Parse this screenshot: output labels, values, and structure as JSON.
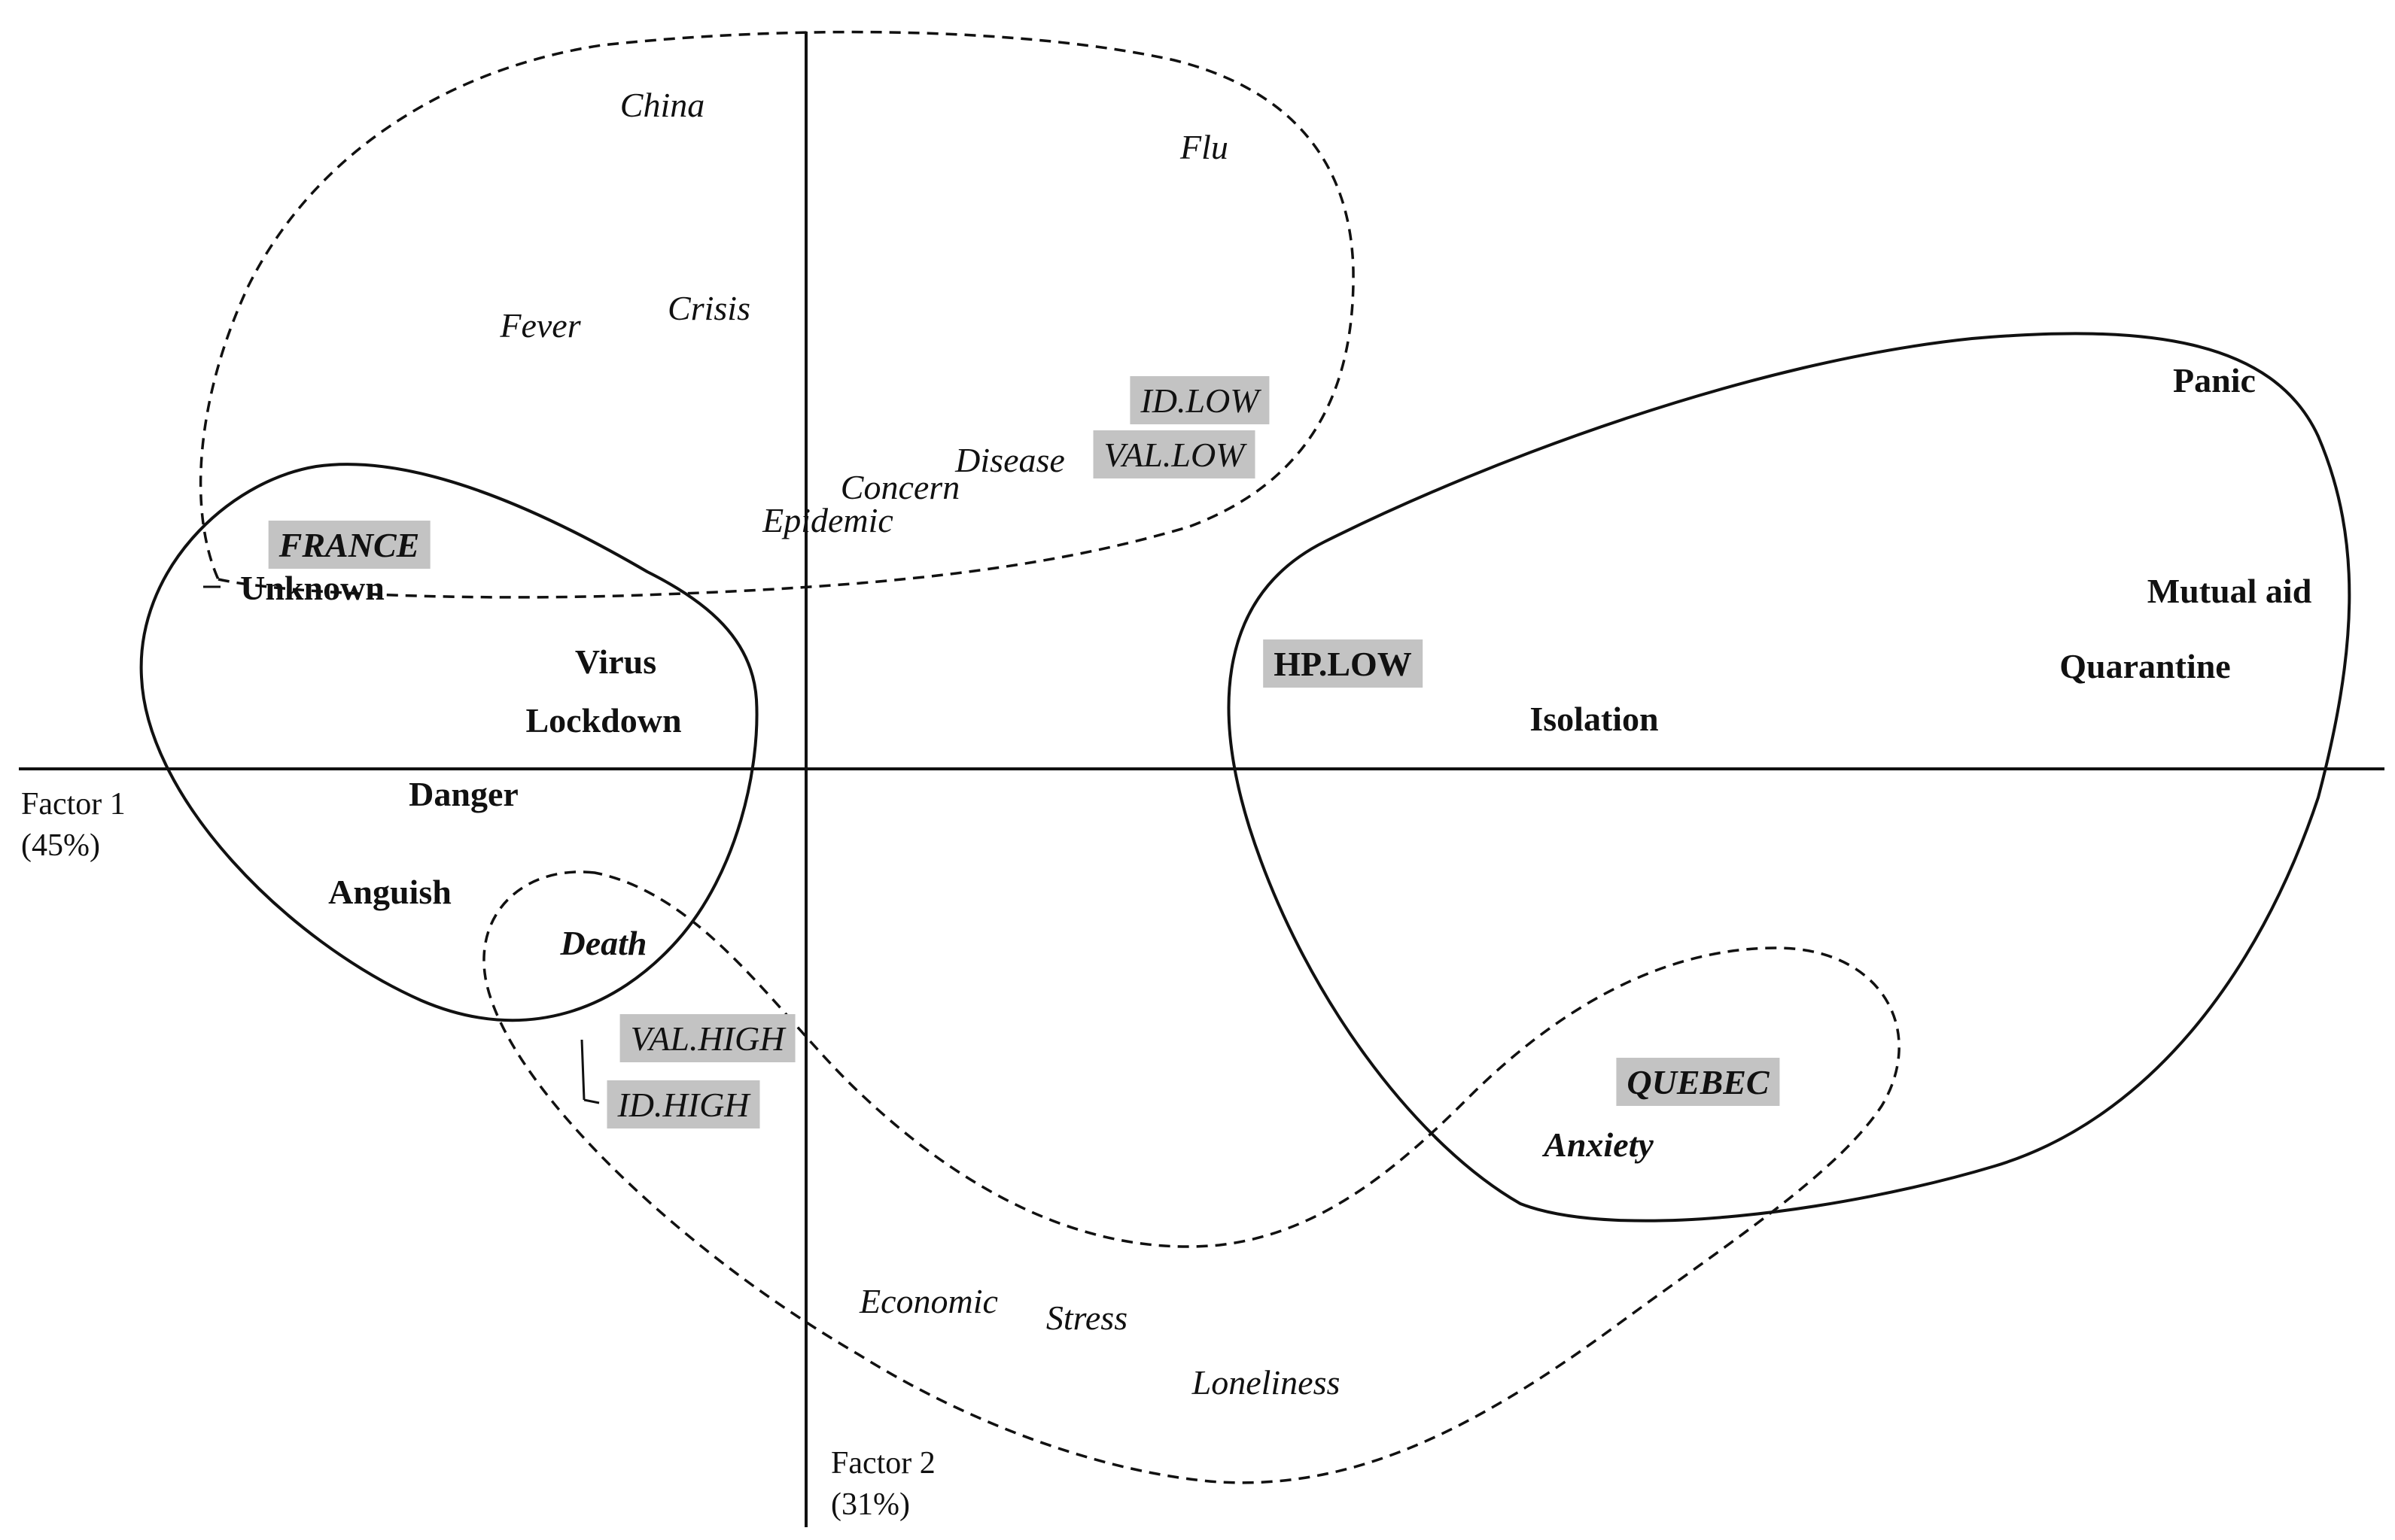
{
  "axes": {
    "factor1": {
      "name": "Factor 1",
      "percent": "(45%)"
    },
    "factor2": {
      "name": "Factor 2",
      "percent": "(31%)"
    }
  },
  "words": {
    "china": "China",
    "flu": "Flu",
    "fever": "Fever",
    "crisis": "Crisis",
    "disease": "Disease",
    "concern": "Concern",
    "epidemic": "Epidemic",
    "unknown": "Unknown",
    "virus": "Virus",
    "lockdown": "Lockdown",
    "danger": "Danger",
    "anguish": "Anguish",
    "death": "Death",
    "panic": "Panic",
    "mutual_aid": "Mutual aid",
    "quarantine": "Quarantine",
    "isolation": "Isolation",
    "anxiety": "Anxiety",
    "economic": "Economic",
    "stress": "Stress",
    "loneliness": "Loneliness"
  },
  "tags": {
    "id_low": "ID.LOW",
    "val_low": "VAL.LOW",
    "france": "FRANCE",
    "hp_low": "HP.LOW",
    "val_high": "VAL.HIGH",
    "id_high": "ID.HIGH",
    "quebec": "QUEBEC"
  },
  "colors": {
    "ink": "#111111",
    "tag_background": "#c3c3c3"
  }
}
